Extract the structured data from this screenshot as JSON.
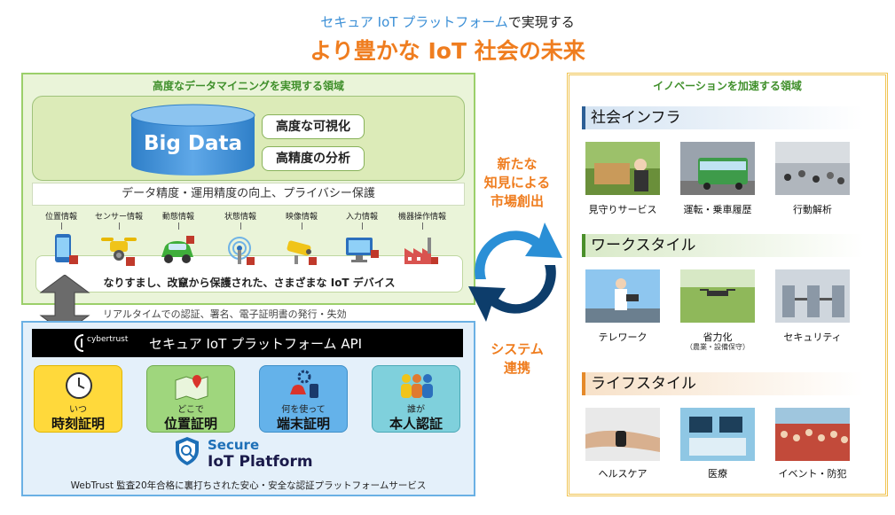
{
  "header": {
    "line1_blue": "セキュア IoT プラットフォーム",
    "line1_rest": "で実現する",
    "line2": "より豊かな IoT 社会の未来"
  },
  "data_mining": {
    "title": "高度なデータマイニングを実現する領域",
    "big_data": "Big Data",
    "features": [
      "高度な可視化",
      "高精度の分析"
    ],
    "privacy": "データ精度・運用精度の向上、プライバシー保護",
    "info_tags": [
      "位置情報",
      "センサー情報",
      "動態情報",
      "状態情報",
      "映像情報",
      "入力情報",
      "機器操作情報"
    ],
    "devices": [
      "smartphone-icon",
      "drone-icon",
      "car-icon",
      "sensor-icon",
      "camera-icon",
      "pc-icon",
      "factory-icon"
    ],
    "device_text": "なりすまし、改竄から保護された、さまざまな IoT デバイス"
  },
  "realtime_text": "リアルタイムでの認証、署名、電子証明書の発行・失効",
  "platform": {
    "api_logo": "cybertrust",
    "api_title": "セキュア IoT プラットフォーム API",
    "cards": [
      {
        "small": "いつ",
        "big": "時刻証明",
        "icon": "clock-icon"
      },
      {
        "small": "どこで",
        "big": "位置証明",
        "icon": "map-pin-icon"
      },
      {
        "small": "何を使って",
        "big": "端末証明",
        "icon": "devices-gear-icon"
      },
      {
        "small": "誰が",
        "big": "本人認証",
        "icon": "people-icon"
      }
    ],
    "secure_line1": "Secure",
    "secure_line2": "IoT Platform",
    "webtrust": "WebTrust 監査20年合格に裏打ちされた安心・安全な認証プラットフォームサービス"
  },
  "center": {
    "top": "新たな\n知見による\n市場創出",
    "top_lines": [
      "新たな",
      "知見による",
      "市場創出"
    ],
    "bottom_lines": [
      "システム",
      "連携"
    ]
  },
  "innovation": {
    "title": "イノベーションを加速する領域",
    "sections": [
      {
        "name": "社会インフラ",
        "items": [
          {
            "caption": "見守りサービス"
          },
          {
            "caption": "運転・乗車履歴"
          },
          {
            "caption": "行動解析"
          }
        ]
      },
      {
        "name": "ワークスタイル",
        "items": [
          {
            "caption": "テレワーク"
          },
          {
            "caption": "省力化",
            "sub": "（農業・設備保守）"
          },
          {
            "caption": "セキュリティ"
          }
        ]
      },
      {
        "name": "ライフスタイル",
        "items": [
          {
            "caption": "ヘルスケア"
          },
          {
            "caption": "医療"
          },
          {
            "caption": "イベント・防犯"
          }
        ]
      }
    ]
  },
  "colors": {
    "orange": "#ef7d1f",
    "green": "#3f8f2a",
    "blue": "#1d6fb7",
    "cycle_light": "#2a8fd6",
    "cycle_dark": "#0d3d6b"
  }
}
